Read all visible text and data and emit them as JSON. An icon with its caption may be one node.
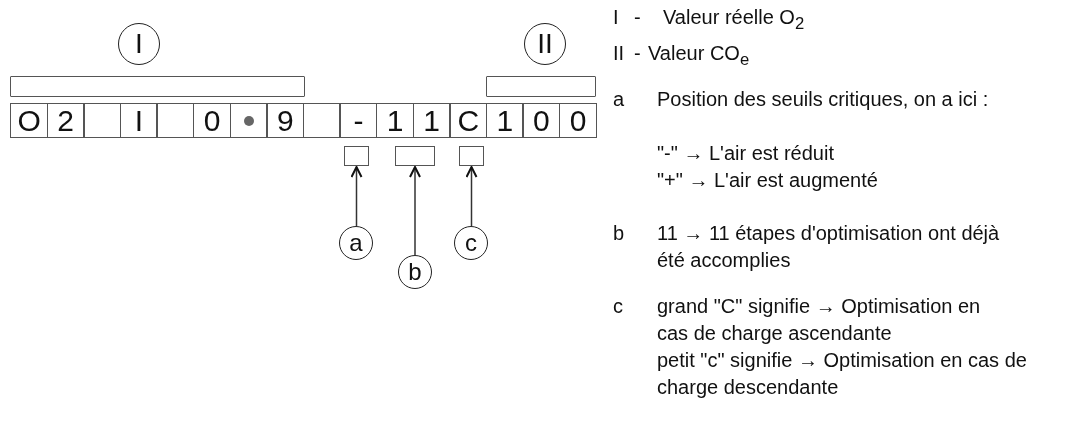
{
  "diagram": {
    "nodes": [
      {
        "text": [],
        "shape": "bar"
      },
      {
        "text": [],
        "shape": "bar"
      },
      {
        "text": [
          "a"
        ]
      },
      {
        "text": [
          "b"
        ]
      },
      {
        "text": [
          "c"
        ]
      },
      {
        "text": [],
        "shape": "box"
      },
      {
        "text": [],
        "shape": "box"
      },
      {
        "text": [],
        "shape": "box"
      }
    ],
    "edges": [
      {
        "from": 2,
        "to": 5,
        "arrow": "to"
      },
      {
        "from": 3,
        "to": 6,
        "arrow": "to"
      },
      {
        "from": 4,
        "to": 7,
        "arrow": "to"
      }
    ],
    "labels": [
      "I",
      "II",
      "O",
      "2",
      "I",
      "0",
      "9",
      "-",
      "1",
      "1",
      "C",
      "1",
      "0",
      "0",
      "I",
      "-",
      "Valeur réelle O$_{2}$",
      "II",
      "-",
      "Valeur CO$_{e}$",
      "a",
      "Position des seuils critiques, on a ici :",
      "\"-\" → L'air est réduit",
      "\"+\" → L'air est augmenté",
      "b",
      "11 → 11 étapes d'optimisation ont déjà été accomplies",
      "c",
      "grand \"C\" signifie → Optimisation en cas de charge ascendante",
      "petit \"c\" signifie → Optimisation en cas de charge descendante"
    ]
  }
}
